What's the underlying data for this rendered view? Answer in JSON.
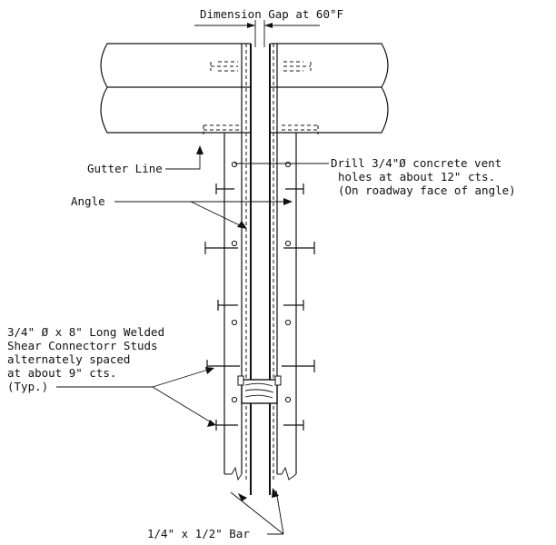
{
  "labels": {
    "dimension_gap": "Dimension Gap at 60°F",
    "gutter_line": "Gutter Line",
    "angle": "Angle",
    "vent_holes": [
      "Drill 3/4\"Ø concrete vent",
      "holes at about 12\" cts.",
      "(On roadway face of angle)"
    ],
    "studs": [
      "3/4\" Ø x 8\" Long Welded",
      "Shear Connectorr Studs",
      "alternately spaced",
      "at about 9\" cts.",
      "(Typ.)"
    ],
    "bar": "1/4\" x 1/2\" Bar"
  }
}
